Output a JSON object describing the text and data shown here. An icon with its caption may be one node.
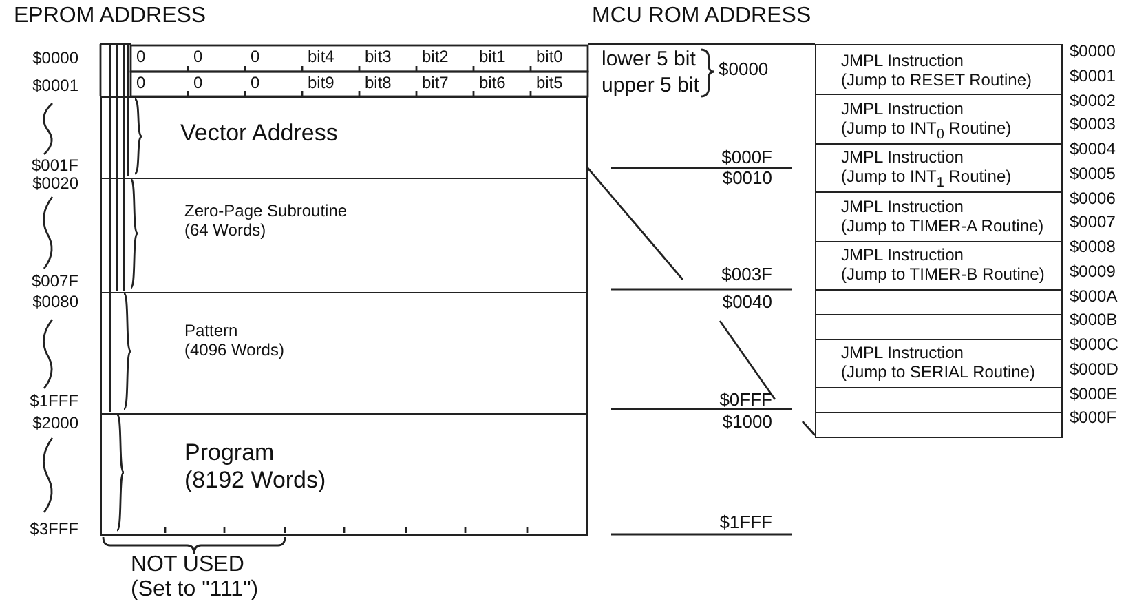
{
  "diagram": {
    "nodes": [
      {
        "text": [
          "Vector Address"
        ]
      },
      {
        "text": [
          "Zero-Page Subroutine",
          "(64 Words)"
        ]
      },
      {
        "text": [
          "Pattern",
          "(4096 Words)"
        ]
      },
      {
        "text": [
          "Program",
          "(8192 Words)"
        ]
      },
      {
        "text": [
          "JMPL Instruction",
          "(Jump to RESET Routine)"
        ]
      },
      {
        "text": [
          "JMPL Instruction",
          "(Jump to INT$_{0}$ Routine)"
        ]
      },
      {
        "text": [
          "JMPL Instruction",
          "(Jump to INT$_{1}$ Routine)"
        ]
      },
      {
        "text": [
          "JMPL Instruction",
          "(Jump to TIMER-A Routine)"
        ]
      },
      {
        "text": [
          "JMPL Instruction",
          "(Jump to TIMER-B Routine)"
        ]
      },
      {
        "text": [],
        "shape": "box"
      },
      {
        "text": [],
        "shape": "box"
      },
      {
        "text": [
          "JMPL Instruction",
          "(Jump to SERIAL Routine)"
        ]
      },
      {
        "text": [],
        "shape": "box"
      },
      {
        "text": [],
        "shape": "box"
      }
    ],
    "labels": [
      "EPROM ADDRESS",
      "MCU ROM ADDRESS",
      "$0000",
      "$0001",
      "$001F",
      "$0020",
      "$007F",
      "$0080",
      "$1FFF",
      "$2000",
      "$3FFF",
      "0",
      "0",
      "0",
      "bit4",
      "bit3",
      "bit2",
      "bit1",
      "bit0",
      "0",
      "0",
      "0",
      "bit9",
      "bit8",
      "bit7",
      "bit6",
      "bit5",
      "lower 5 bit",
      "upper 5 bit",
      "$0000",
      "$000F",
      "$0010",
      "$003F",
      "$0040",
      "$0FFF",
      "$1000",
      "$1FFF",
      "$0000",
      "$0001",
      "$0002",
      "$0003",
      "$0004",
      "$0005",
      "$0006",
      "$0007",
      "$0008",
      "$0009",
      "$000A",
      "$000B",
      "$000C",
      "$000D",
      "$000E",
      "$000F",
      "NOT USED (Set to \"111\")"
    ]
  }
}
